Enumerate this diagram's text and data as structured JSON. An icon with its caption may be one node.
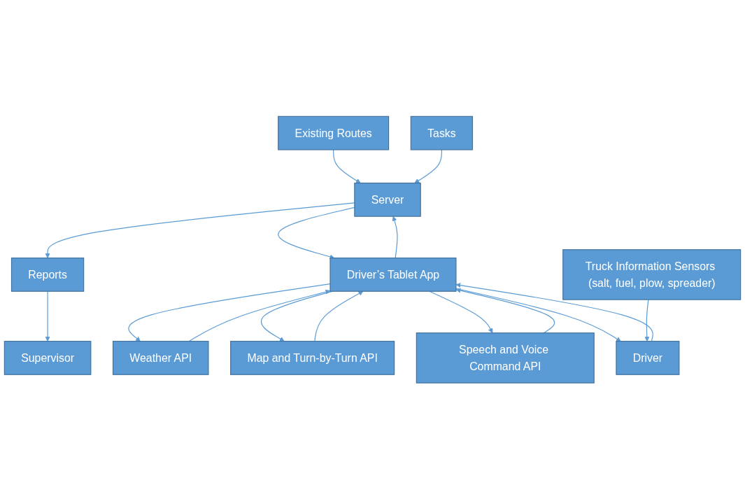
{
  "diagram": {
    "nodes": [
      {
        "text": [
          "Existing Routes"
        ]
      },
      {
        "text": [
          "Tasks"
        ]
      },
      {
        "text": [
          "Server"
        ]
      },
      {
        "text": [
          "Weather API"
        ]
      },
      {
        "text": [
          "Reports"
        ]
      },
      {
        "text": [
          "Map and Turn-by-Turn API"
        ]
      },
      {
        "text": [
          "Driver’s Tablet App"
        ]
      },
      {
        "text": [
          "Supervisor"
        ]
      },
      {
        "text": [
          "Speech and Voice Command API"
        ]
      },
      {
        "text": [
          "Driver"
        ]
      },
      {
        "text": [
          "Truck Information Sensors (salt, fuel, plow, spreader)"
        ]
      }
    ],
    "edges": [
      {
        "from": 0,
        "to": 2,
        "arrow": "to"
      },
      {
        "from": 1,
        "to": 2,
        "arrow": "to"
      },
      {
        "from": 2,
        "to": 4,
        "arrow": "to"
      },
      {
        "from": 4,
        "to": 7,
        "arrow": "to"
      },
      {
        "from": 2,
        "to": 6,
        "arrow": "to"
      },
      {
        "from": 6,
        "to": 2,
        "arrow": "to"
      },
      {
        "from": 6,
        "to": 3,
        "arrow": "to"
      },
      {
        "from": 3,
        "to": 6,
        "arrow": "to"
      },
      {
        "from": 6,
        "to": 5,
        "arrow": "to"
      },
      {
        "from": 5,
        "to": 6,
        "arrow": "to"
      },
      {
        "from": 8,
        "to": 6,
        "arrow": "to"
      },
      {
        "from": 6,
        "to": 8,
        "arrow": "to"
      },
      {
        "from": 6,
        "to": 9,
        "arrow": "to"
      },
      {
        "from": 9,
        "to": 6,
        "arrow": "to"
      },
      {
        "from": 10,
        "to": 9,
        "arrow": "to"
      }
    ]
  }
}
